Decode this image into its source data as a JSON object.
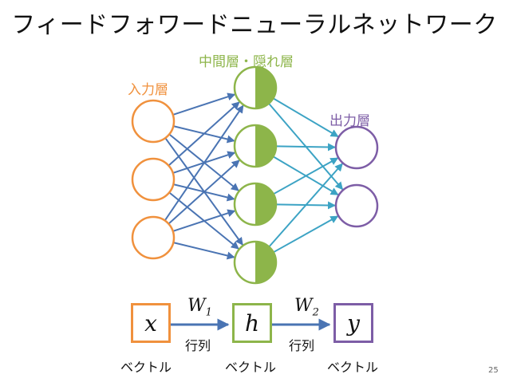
{
  "slide": {
    "title": "フィードフォワードニューラルネットワーク",
    "page_number": "25"
  },
  "layers": {
    "input_label": "入力層",
    "hidden_label": "中間層・隠れ層",
    "output_label": "出力層",
    "input_count": 3,
    "hidden_count": 4,
    "output_count": 2
  },
  "colors": {
    "input": "#f0913d",
    "hidden": "#8db54a",
    "output": "#7d5da6",
    "edge_input_hidden": "#4a74b3",
    "edge_hidden_output": "#3ca3c4",
    "edge_vector": "#4a74b3"
  },
  "vectors": {
    "x": "x",
    "h": "h",
    "y": "y",
    "vector_label": "ベクトル"
  },
  "weights": {
    "w1_base": "W",
    "w1_sub": "1",
    "w2_base": "W",
    "w2_sub": "2",
    "matrix_label": "行列"
  }
}
